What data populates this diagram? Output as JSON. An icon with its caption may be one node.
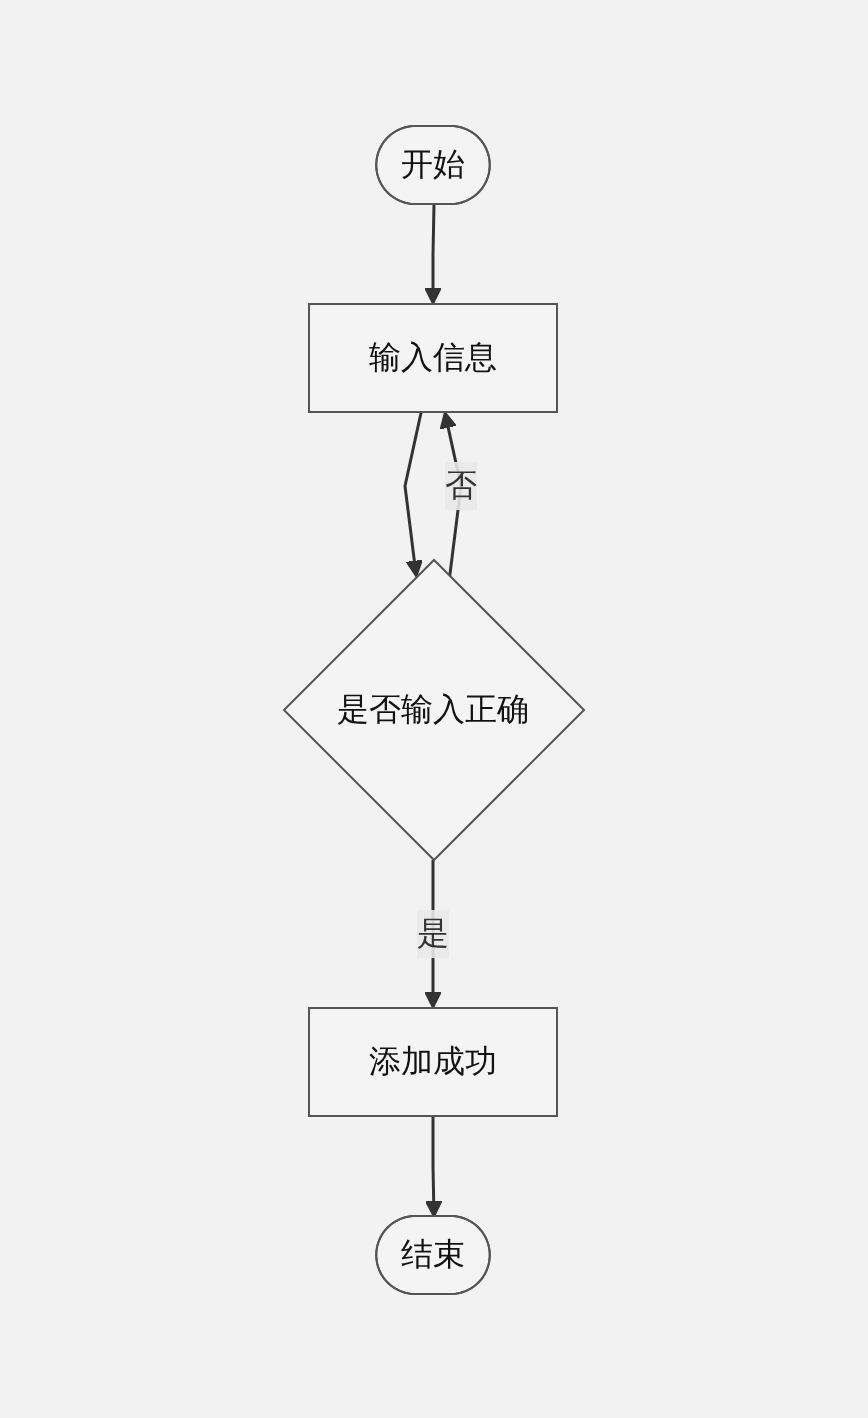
{
  "diagram": {
    "nodes": [
      {
        "text": [
          "开始"
        ]
      },
      {
        "text": [
          "输入信息"
        ]
      },
      {
        "text": [
          "是否输入正确"
        ]
      },
      {
        "text": [
          "添加成功"
        ]
      },
      {
        "text": [
          "结束"
        ]
      }
    ],
    "edges": [
      {
        "from": 0,
        "to": 1,
        "arrow": "to"
      },
      {
        "from": 1,
        "to": 2,
        "arrow": "to"
      },
      {
        "from": 2,
        "to": 1,
        "label": "否",
        "arrow": "to"
      },
      {
        "from": 2,
        "to": 3,
        "label": "是",
        "arrow": "to"
      },
      {
        "from": 3,
        "to": 4,
        "arrow": "to"
      }
    ]
  }
}
